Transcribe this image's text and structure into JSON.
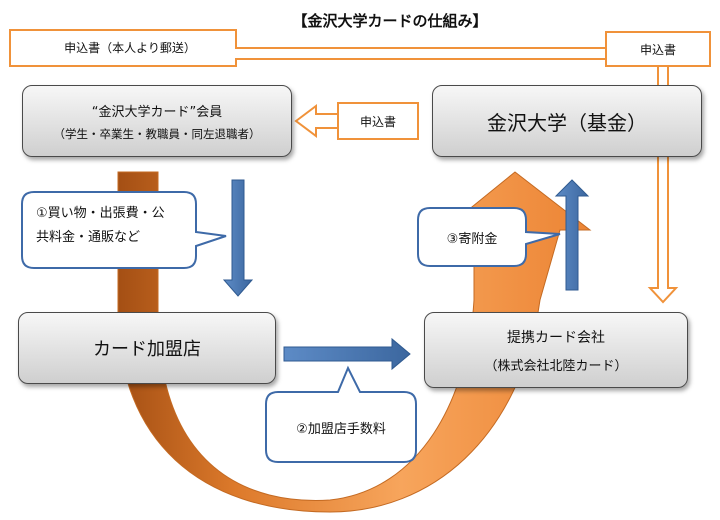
{
  "title": "【金沢大学カードの仕組み】",
  "arrows": {
    "top_left_label": "申込書（本人より郵送）",
    "top_right_label": "申込書",
    "middle_label": "申込書"
  },
  "member": {
    "line1": "“金沢大学カード”会員",
    "line2": "（学生・卒業生・教職員・同左退職者）"
  },
  "university": {
    "label": "金沢大学（基金）"
  },
  "store": {
    "label": "カード加盟店"
  },
  "card_company": {
    "line1": "提携カード会社",
    "line2": "（株式会社北陸カード）"
  },
  "callouts": {
    "purchase_line1": "①買い物・出張費・公",
    "purchase_line2": "共料金・通販など",
    "fee": "②加盟店手数料",
    "donation": "③寄附金"
  },
  "colors": {
    "orange": "#f0923a",
    "orange_light": "#f6b474",
    "blue": "#4a78b4",
    "callout_border": "#3e6aa8",
    "box_border": "#4a4a4a"
  }
}
